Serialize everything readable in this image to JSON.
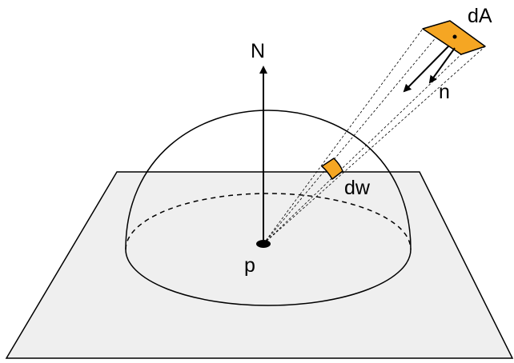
{
  "labels": {
    "normal": "N",
    "point": "p",
    "area": "dA",
    "area_normal": "n",
    "solid_angle": "dw"
  },
  "colors": {
    "plane_fill": "#efefef",
    "patch_fill": "#f5a623",
    "stroke": "#000000"
  }
}
